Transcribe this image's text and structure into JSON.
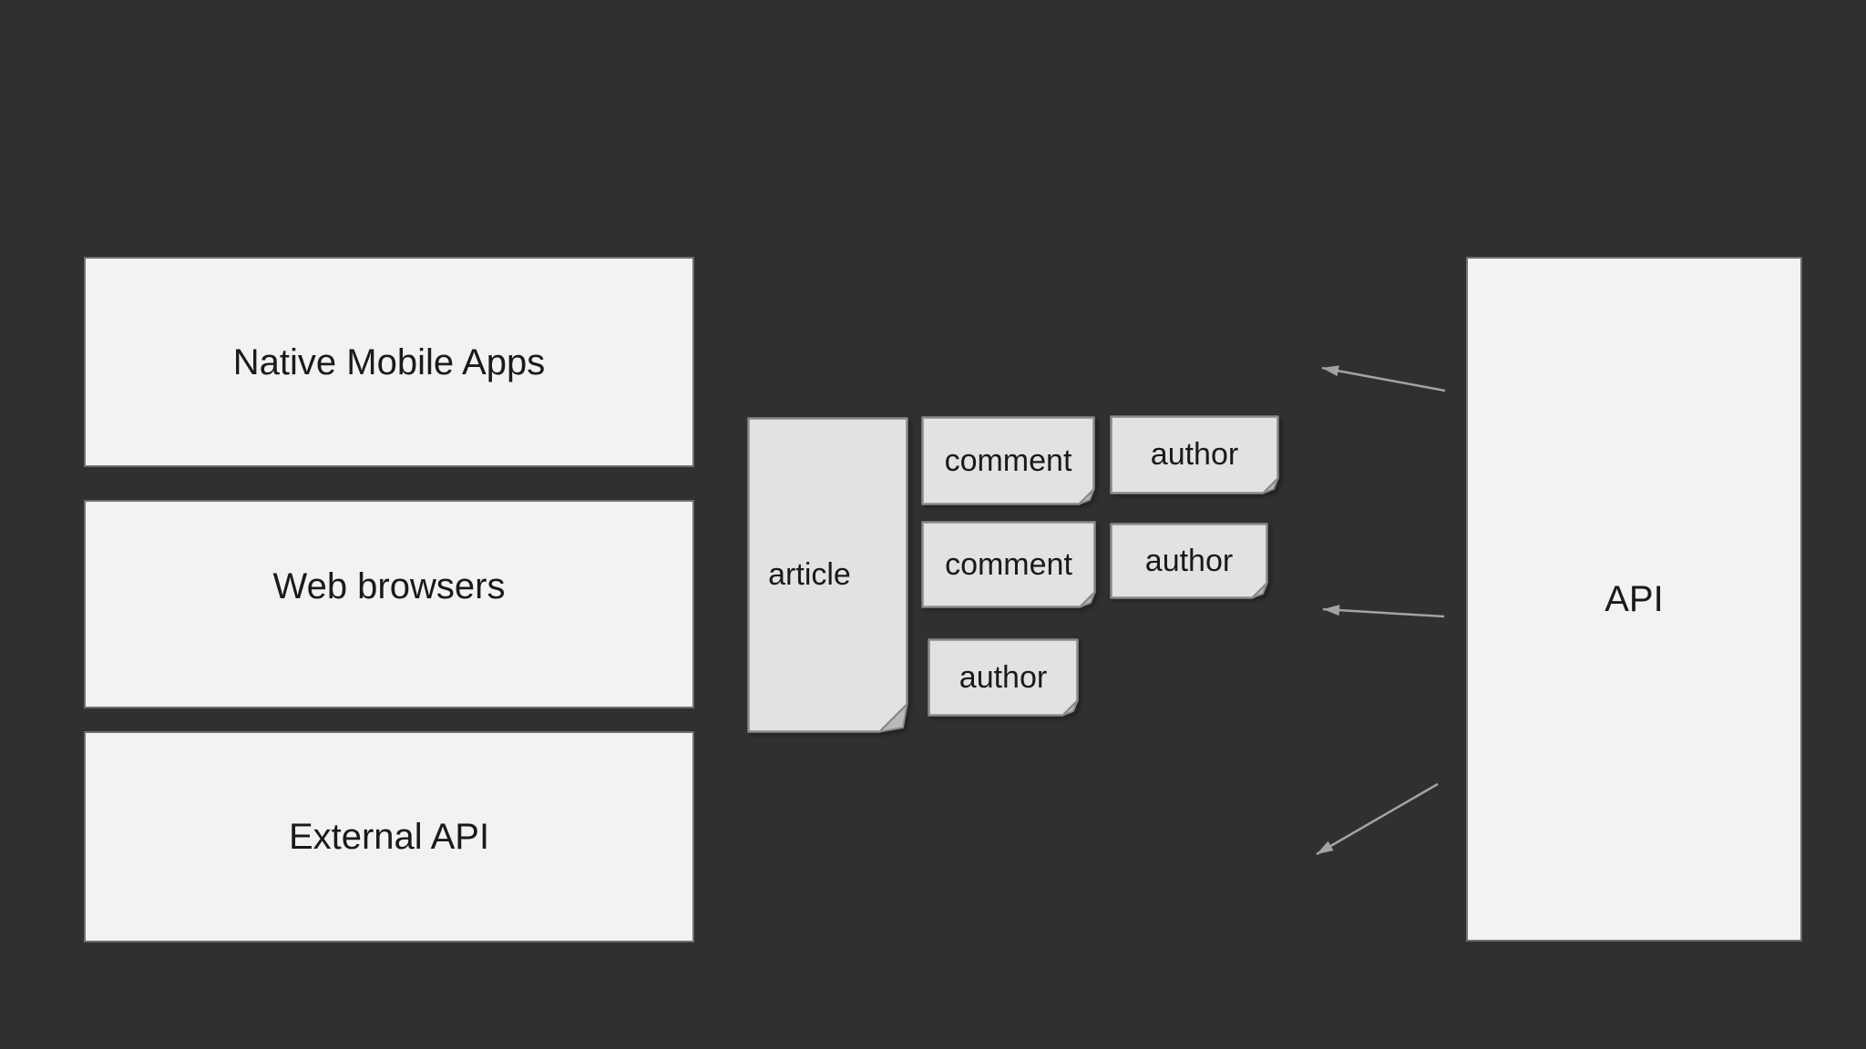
{
  "colors": {
    "background": "#303031",
    "box_fill": "#f2f2f2",
    "box_stroke": "#6e6e6e",
    "doc_fill": "#e2e2e2",
    "doc_stroke": "#8a8a8a",
    "fold_fill": "#b9b9b9",
    "arrow": "#a3a3a3",
    "text": "#1a1a1a"
  },
  "clients": [
    {
      "label": "Native Mobile Apps"
    },
    {
      "label": "Web browsers"
    },
    {
      "label": "External API"
    }
  ],
  "api_box": {
    "label": "API"
  },
  "documents": [
    {
      "label": "article"
    },
    {
      "label": "comment"
    },
    {
      "label": "author"
    },
    {
      "label": "comment"
    },
    {
      "label": "author"
    },
    {
      "label": "author"
    }
  ],
  "arrows": [
    {
      "from": "API",
      "to": "Native Mobile Apps"
    },
    {
      "from": "API",
      "to": "Web browsers"
    },
    {
      "from": "API",
      "to": "External API"
    }
  ]
}
